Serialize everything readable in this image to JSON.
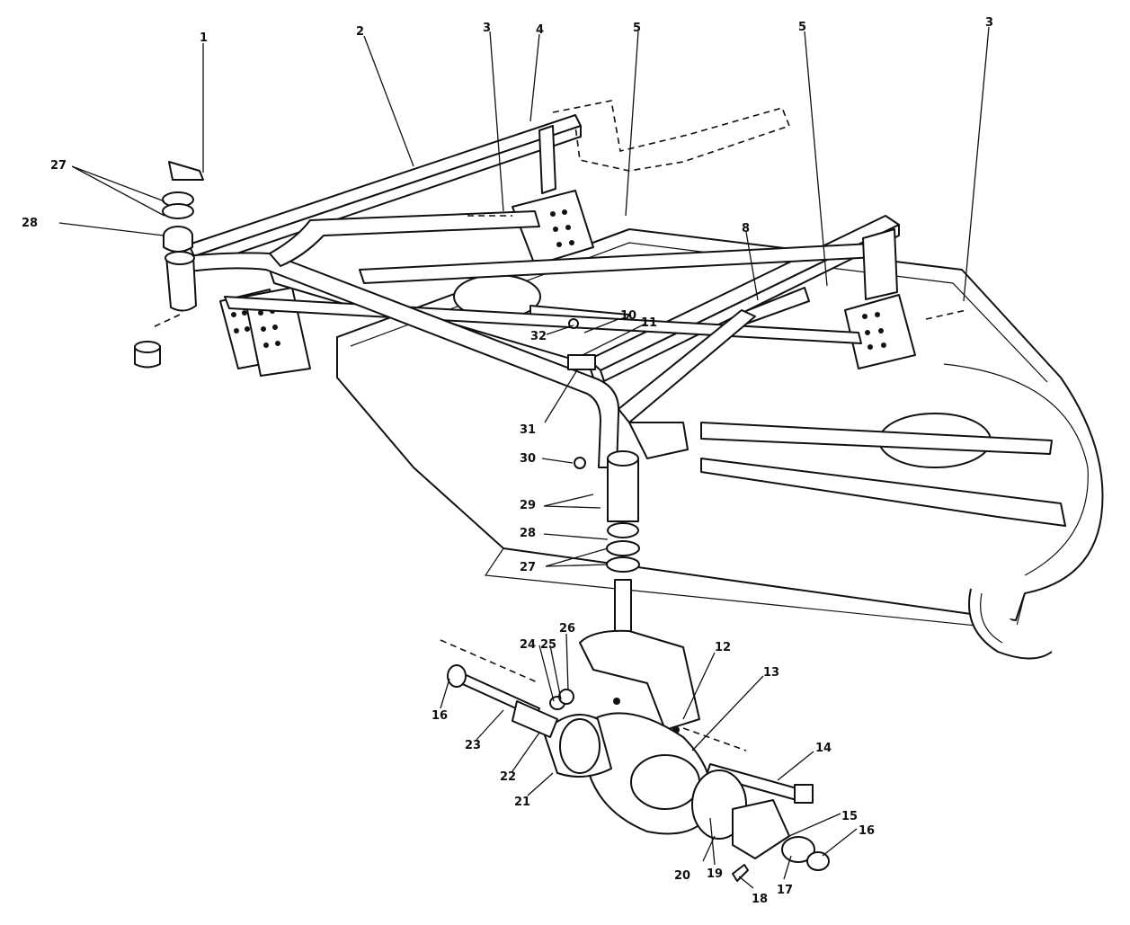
{
  "callouts": [
    {
      "id": "c1",
      "label": "1"
    },
    {
      "id": "c2",
      "label": "2"
    },
    {
      "id": "c3a",
      "label": "3"
    },
    {
      "id": "c4",
      "label": "4"
    },
    {
      "id": "c5a",
      "label": "5"
    },
    {
      "id": "c5b",
      "label": "5"
    },
    {
      "id": "c3b",
      "label": "3"
    },
    {
      "id": "c27a",
      "label": "27"
    },
    {
      "id": "c28a",
      "label": "28"
    },
    {
      "id": "c8",
      "label": "8"
    },
    {
      "id": "c10",
      "label": "10"
    },
    {
      "id": "c11",
      "label": "11"
    },
    {
      "id": "c32",
      "label": "32"
    },
    {
      "id": "c31",
      "label": "31"
    },
    {
      "id": "c30",
      "label": "30"
    },
    {
      "id": "c29",
      "label": "29"
    },
    {
      "id": "c28b",
      "label": "28"
    },
    {
      "id": "c27b",
      "label": "27"
    },
    {
      "id": "c12",
      "label": "12"
    },
    {
      "id": "c13",
      "label": "13"
    },
    {
      "id": "c26",
      "label": "26"
    },
    {
      "id": "c24",
      "label": "24"
    },
    {
      "id": "c25",
      "label": "25"
    },
    {
      "id": "c16a",
      "label": "16"
    },
    {
      "id": "c23",
      "label": "23"
    },
    {
      "id": "c22",
      "label": "22"
    },
    {
      "id": "c21",
      "label": "21"
    },
    {
      "id": "c14",
      "label": "14"
    },
    {
      "id": "c15",
      "label": "15"
    },
    {
      "id": "c16b",
      "label": "16"
    },
    {
      "id": "c20",
      "label": "20"
    },
    {
      "id": "c19",
      "label": "19"
    },
    {
      "id": "c18",
      "label": "18"
    },
    {
      "id": "c17",
      "label": "17"
    }
  ]
}
